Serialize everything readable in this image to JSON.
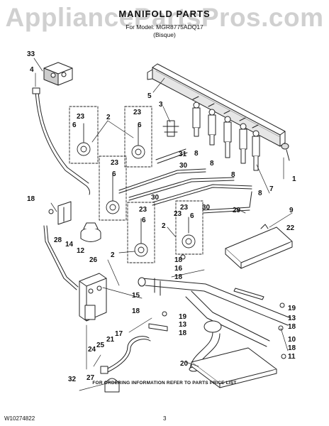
{
  "watermark": "AppliancePartsPros.com",
  "header": {
    "title": "MANIFOLD PARTS",
    "model_line": "For Model: MGR8775ADQ17",
    "color_line": "(Bisque)"
  },
  "callouts": [
    "33",
    "4",
    "5",
    "3",
    "2",
    "23",
    "6",
    "23",
    "6",
    "31",
    "8",
    "8",
    "8",
    "1",
    "23",
    "6",
    "30",
    "30",
    "18",
    "23",
    "30",
    "7",
    "8",
    "29",
    "23",
    "23",
    "6",
    "6",
    "2",
    "2",
    "9",
    "28",
    "22",
    "14",
    "12",
    "26",
    "18",
    "16",
    "18",
    "15",
    "19",
    "18",
    "13",
    "18",
    "19",
    "13",
    "18",
    "10",
    "17",
    "21",
    "25",
    "18",
    "24",
    "11",
    "32",
    "27",
    "20"
  ],
  "footer": {
    "note": "FOR ORDERING INFORMATION REFER TO PARTS PRICE LIST",
    "doc_number": "W10274822",
    "page_number": "3"
  }
}
